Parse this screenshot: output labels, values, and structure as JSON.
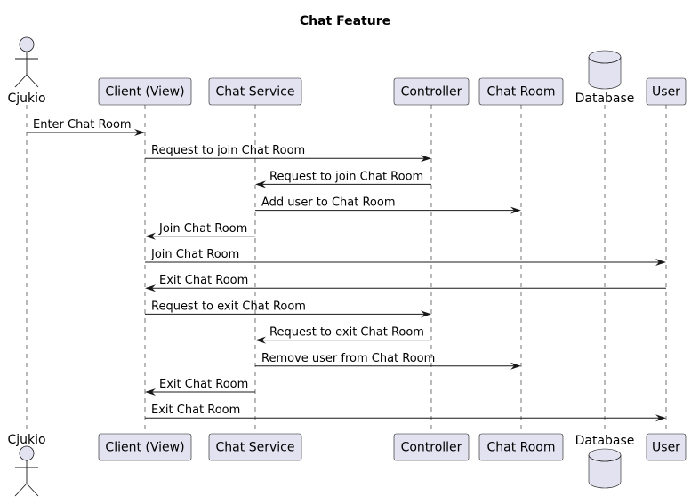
{
  "title": "Chat Feature",
  "colors": {
    "participant_fill": "#E2E2F0",
    "stroke": "#181818",
    "background": "#FFFFFF"
  },
  "participants": [
    {
      "id": "cjukio",
      "name": "Cjukio",
      "kind": "actor"
    },
    {
      "id": "client",
      "name": "Client (View)",
      "kind": "participant"
    },
    {
      "id": "chat-service",
      "name": "Chat Service",
      "kind": "participant"
    },
    {
      "id": "controller",
      "name": "Controller",
      "kind": "participant"
    },
    {
      "id": "chat-room",
      "name": "Chat Room",
      "kind": "participant"
    },
    {
      "id": "database",
      "name": "Database",
      "kind": "database"
    },
    {
      "id": "user",
      "name": "User",
      "kind": "participant"
    }
  ],
  "messages": [
    {
      "from": "cjukio",
      "to": "client",
      "label": "Enter Chat Room"
    },
    {
      "from": "client",
      "to": "controller",
      "label": "Request to join Chat Room"
    },
    {
      "from": "controller",
      "to": "chat-service",
      "label": "Request to join Chat Room"
    },
    {
      "from": "chat-service",
      "to": "chat-room",
      "label": "Add user to Chat Room"
    },
    {
      "from": "chat-service",
      "to": "client",
      "label": "Join Chat Room"
    },
    {
      "from": "client",
      "to": "user",
      "label": "Join Chat Room"
    },
    {
      "from": "user",
      "to": "client",
      "label": "Exit Chat Room"
    },
    {
      "from": "client",
      "to": "controller",
      "label": "Request to exit Chat Room"
    },
    {
      "from": "controller",
      "to": "chat-service",
      "label": "Request to exit Chat Room"
    },
    {
      "from": "chat-service",
      "to": "chat-room",
      "label": "Remove user from Chat Room"
    },
    {
      "from": "chat-service",
      "to": "client",
      "label": "Exit Chat Room"
    },
    {
      "from": "client",
      "to": "user",
      "label": "Exit Chat Room"
    }
  ]
}
